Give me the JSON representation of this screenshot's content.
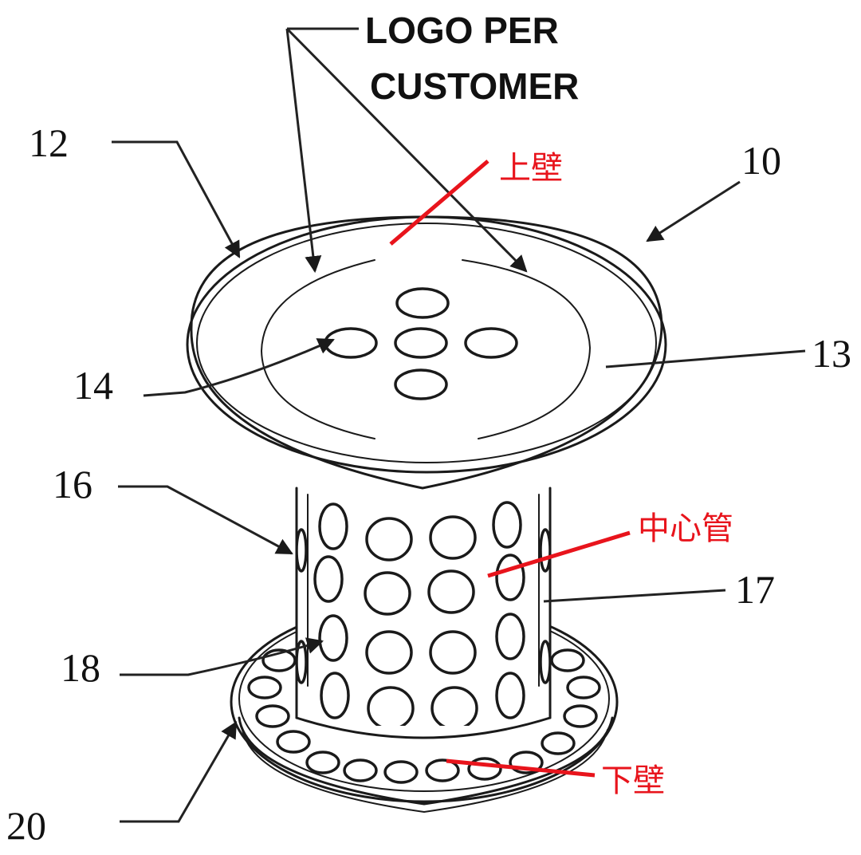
{
  "figure": {
    "note_text_line1": "LOGO PER",
    "note_text_line2": "CUSTOMER",
    "reference_numerals": {
      "assembly": "10",
      "cap": "12",
      "cap_surface": "13",
      "cap_hole": "14",
      "center_tube": "16",
      "tube_wall": "17",
      "tube_hole": "18",
      "base": "20"
    },
    "chinese_labels": {
      "upper_wall": "上壁",
      "center_tube": "中心管",
      "lower_wall": "下壁"
    },
    "colors": {
      "line_art": "#1a1a1a",
      "annotation": "#e8141c"
    }
  }
}
